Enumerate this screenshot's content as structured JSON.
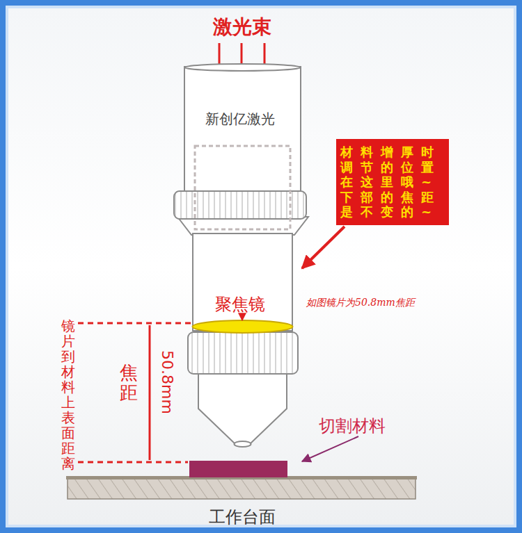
{
  "diagram": {
    "nodes": [
      {
        "text": [
          "新创亿激光"
        ]
      },
      {
        "text": [
          "材料增厚时 调节的位置 在这里哦~ 下部的焦距 是不变的~"
        ]
      }
    ],
    "edges": [
      {
        "from": 1,
        "to": 0,
        "arrow": "to"
      }
    ],
    "labels": [
      "激光束",
      "聚焦镜",
      "如图镜片为50.8mm焦距",
      "镜片到材料上表面距离",
      "焦距",
      "50.8mm",
      "切割材料",
      "工作台面"
    ]
  }
}
